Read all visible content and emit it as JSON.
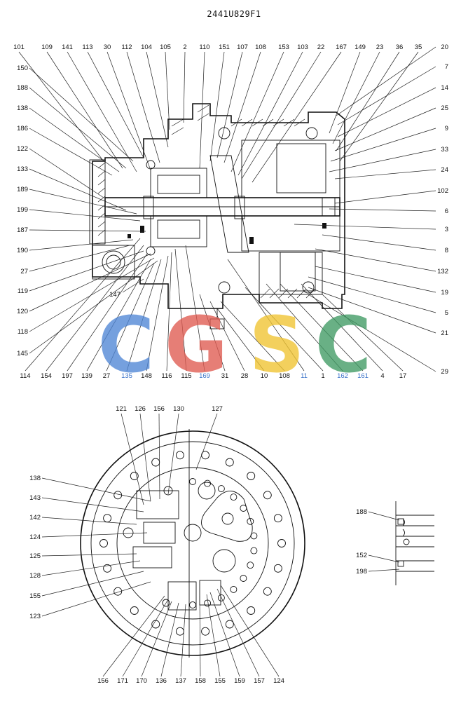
{
  "title": "2441U829F1",
  "watermark": {
    "letters": [
      {
        "char": "C",
        "color": "#4f86d6"
      },
      {
        "char": "G",
        "color": "#e05a50"
      },
      {
        "char": "S",
        "color": "#f0c430"
      },
      {
        "char": "C",
        "color": "#3f9a63"
      }
    ]
  },
  "section_view": {
    "top_labels": [
      "101",
      "109",
      "141",
      "113",
      "30",
      "112",
      "104",
      "105",
      "2",
      "110",
      "151",
      "107",
      "108",
      "153",
      "103",
      "22",
      "167",
      "149",
      "23",
      "36",
      "35"
    ],
    "right_labels": [
      "20",
      "7",
      "14",
      "25",
      "9",
      "33",
      "24",
      "102",
      "6",
      "3",
      "8",
      "132",
      "19",
      "5",
      "21",
      "29"
    ],
    "left_labels": [
      "150",
      "188",
      "138",
      "186",
      "122",
      "133",
      "189",
      "199",
      "187",
      "190",
      "27",
      "119",
      "120",
      "118",
      "145"
    ],
    "bottom_labels": [
      "114",
      "154",
      "197",
      "139",
      "27",
      "135",
      "148",
      "116",
      "115",
      "169",
      "31",
      "28",
      "10",
      "108",
      "11",
      "1",
      "162",
      "161",
      "4",
      "17"
    ],
    "inner_labels": [
      "147"
    ]
  },
  "end_view": {
    "top_labels": [
      "121",
      "126",
      "156",
      "130",
      "127"
    ],
    "left_labels": [
      "138",
      "143",
      "142",
      "124",
      "125",
      "128",
      "155",
      "123"
    ],
    "bottom_labels": [
      "156",
      "171",
      "170",
      "136",
      "137",
      "158",
      "155",
      "159",
      "157",
      "124"
    ]
  },
  "detail_view": {
    "labels": [
      "188",
      "152",
      "198"
    ]
  },
  "colors": {
    "line": "#111111",
    "label_blue": "#3b73c9"
  }
}
